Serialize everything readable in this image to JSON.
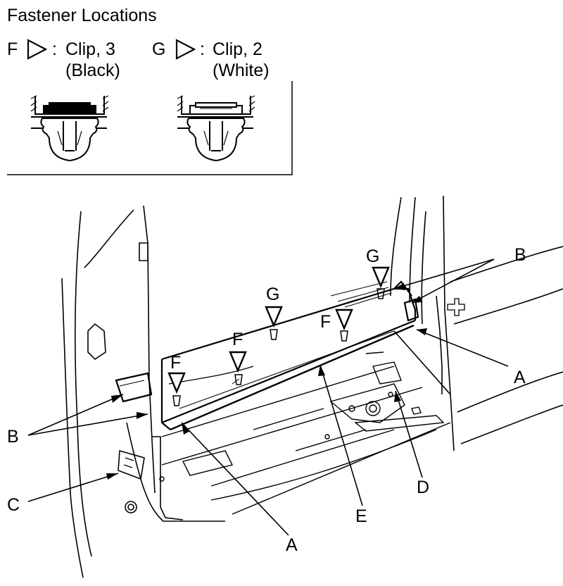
{
  "legend": {
    "title": "Fastener Locations",
    "fasteners": [
      {
        "letter": "F",
        "desc": "Clip, 3",
        "color_note": "(Black)"
      },
      {
        "letter": "G",
        "desc": "Clip, 2",
        "color_note": "(White)"
      }
    ],
    "separator": ":"
  },
  "callouts": {
    "A": "A",
    "B": "B",
    "C": "C",
    "D": "D",
    "E": "E",
    "F": "F",
    "G": "G"
  },
  "colors": {
    "line": "#000000",
    "background": "#ffffff"
  }
}
